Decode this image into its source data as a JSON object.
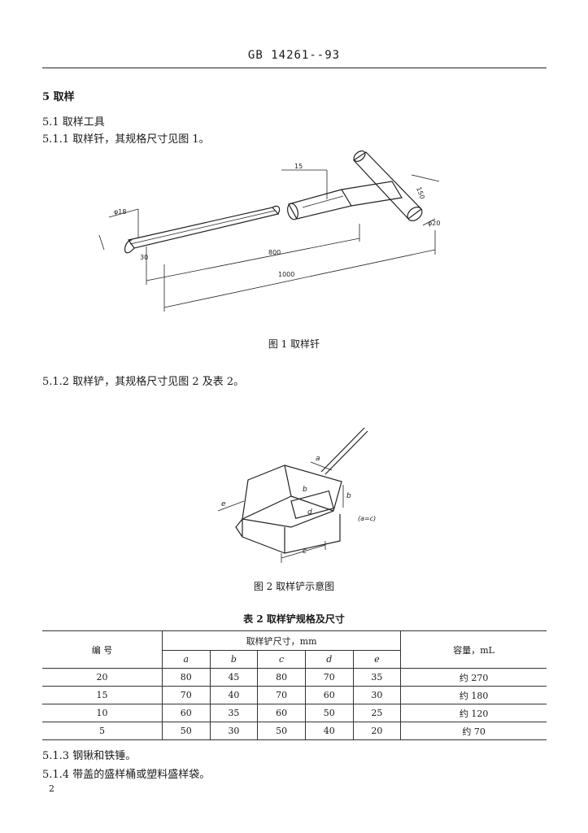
{
  "header": {
    "code": "GB 14261--93"
  },
  "sections": {
    "s5": "5  取样",
    "s5_1": "5.1  取样工具",
    "s5_1_1": "5.1.1  取样钎，其规格尺寸见图 1。",
    "s5_1_2": "5.1.2  取样铲，其规格尺寸见图 2 及表 2。",
    "s5_1_3": "5.1.3  钢锹和铁锤。",
    "s5_1_4": "5.1.4  带盖的盛样桶或塑料盛样袋。"
  },
  "figure1": {
    "caption": "图 1  取样钎",
    "dims": {
      "d15": "15",
      "d18": "φ18",
      "d30": "30",
      "d800": "800",
      "d1000": "1000",
      "d20": "φ20",
      "d150": "150"
    }
  },
  "figure2": {
    "caption": "图 2  取样铲示意图",
    "labels": {
      "a": "a",
      "b": "b",
      "c": "c",
      "d": "d",
      "e": "e",
      "note": "(a=c)"
    }
  },
  "table2": {
    "caption": "表 2  取样铲规格及尺寸",
    "col_number": "编    号",
    "col_dims": "取样铲尺寸，mm",
    "col_capacity": "容量，mL",
    "sub_cols": [
      "a",
      "b",
      "c",
      "d",
      "e"
    ],
    "rows": [
      {
        "no": "20",
        "a": "80",
        "b": "45",
        "c": "80",
        "d": "70",
        "e": "35",
        "cap": "约 270"
      },
      {
        "no": "15",
        "a": "70",
        "b": "40",
        "c": "70",
        "d": "60",
        "e": "30",
        "cap": "约 180"
      },
      {
        "no": "10",
        "a": "60",
        "b": "35",
        "c": "60",
        "d": "50",
        "e": "25",
        "cap": "约 120"
      },
      {
        "no": "5",
        "a": "50",
        "b": "30",
        "c": "50",
        "d": "40",
        "e": "20",
        "cap": "约 70"
      }
    ]
  },
  "page_number": "2"
}
